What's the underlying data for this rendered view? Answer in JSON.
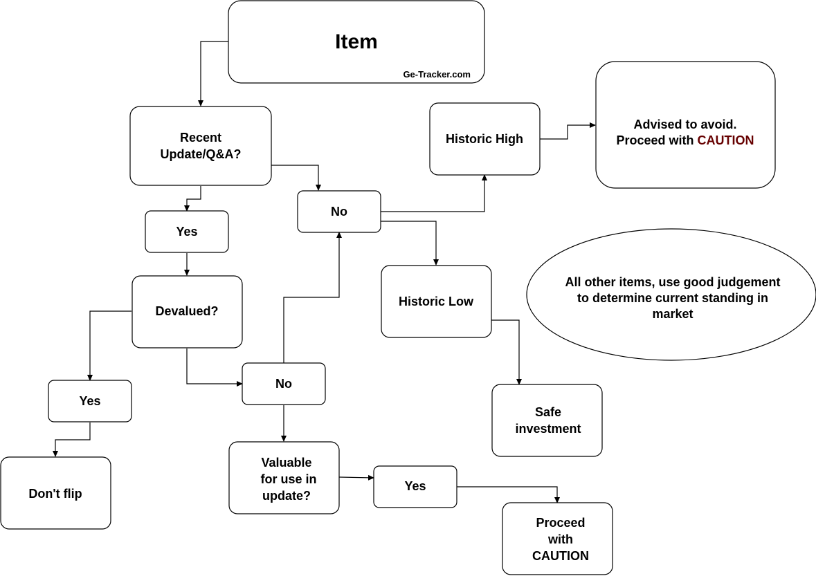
{
  "colors": {
    "caution": "#660000",
    "note_text": "#1a82ff",
    "stroke": "#000000"
  },
  "nodes": {
    "item": {
      "title": "Item",
      "source": "Ge-Tracker.com"
    },
    "recent_update": {
      "line1": "Recent",
      "line2": "Update/Q&A?"
    },
    "yes_update": {
      "text": "Yes"
    },
    "no_update": {
      "text": "No"
    },
    "historic_high": {
      "text": "Historic High"
    },
    "advised_avoid": {
      "line1": "Advised to avoid.",
      "line2_prefix": "Proceed with",
      "line2_caution": "CAUTION"
    },
    "devalued": {
      "text": "Devalued?"
    },
    "historic_low": {
      "text": "Historic Low"
    },
    "note": {
      "line1": "All other items, use good judgement",
      "line2": "to determine current standing in",
      "line3": "market"
    },
    "yes_devalued": {
      "text": "Yes"
    },
    "no_devalued": {
      "text": "No"
    },
    "safe_investment": {
      "line1": "Safe",
      "line2": "investment"
    },
    "dont_flip": {
      "text": "Don't flip"
    },
    "valuable": {
      "line1": "Valuable",
      "line2": "for use in",
      "line3": "update?"
    },
    "yes_valuable": {
      "text": "Yes"
    },
    "proceed_caution": {
      "line1": "Proceed",
      "line2": "with",
      "line3": "CAUTION"
    }
  }
}
